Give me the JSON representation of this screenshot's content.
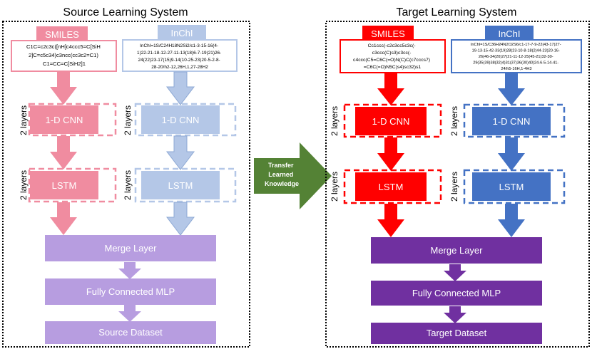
{
  "source": {
    "title": "Source Learning System",
    "smiles_label": "SMILES",
    "inchi_label": "InChI",
    "smiles_lines": [
      "C1C=c2c3c([nH]c4ccc5=C[SiH",
      "2]C=c5c34)c3ncc(cc3c2=C1)",
      "C1=CC=C[SiH2]1"
    ],
    "inchi_lines": [
      "InChI=1S/C24H18N2Si2/c1-3-15-16(4-",
      "1)22-21-18-12-27-11-13(18)6-7-19(21)26-",
      "24(22)23-17(15)9-14(10-25-23)20-5-2-8-",
      "28-20/h2-12,26H,1,27-28H2"
    ],
    "cnn_label": "1-D CNN",
    "lstm_label": "LSTM",
    "merge_label": "Merge Layer",
    "mlp_label": "Fully Connected MLP",
    "dataset_label": "Source Dataset"
  },
  "target": {
    "title": "Target Learning System",
    "smiles_label": "SMILES",
    "inchi_label": "InChI",
    "smiles_lines": [
      "Cc1ccc(-c2c3cc5c3c(-",
      "c3ccc(C)s3)c3cc(-",
      "c4ccc(C5=C6C(=O)N(C)C(c7cccs7)",
      "=C6C(=O)N5C)s4)sc32)s1"
    ],
    "inchi_lines": [
      "InChI=1S/C36H24N2O2S6/c1-17-7-9-22(43-17)27-",
      "19-13-15-42-33(19)28(23-10-8-18(2)44-23)20-16-",
      "26(46-34(20)27)21-11-12-25(45-21)32-30-",
      "29(35(39)38(32)4)31(37)36(30)40)24-6-5-14-41-",
      "24/h5-16H,1-4H3"
    ],
    "cnn_label": "1-D CNN",
    "lstm_label": "LSTM",
    "merge_label": "Merge Layer",
    "mlp_label": "Fully Connected MLP",
    "dataset_label": "Target Dataset"
  },
  "layers_label": "2 layers",
  "transfer_lines": [
    "Transfer",
    "Learned",
    "Knowledge"
  ],
  "colors": {
    "src_pink": "#f08ca0",
    "src_blue": "#b4c7e7",
    "src_purple": "#b79de0",
    "tgt_red": "#ff0000",
    "tgt_blue": "#4472c4",
    "tgt_purple": "#7030a0",
    "transfer_green": "#548235"
  }
}
